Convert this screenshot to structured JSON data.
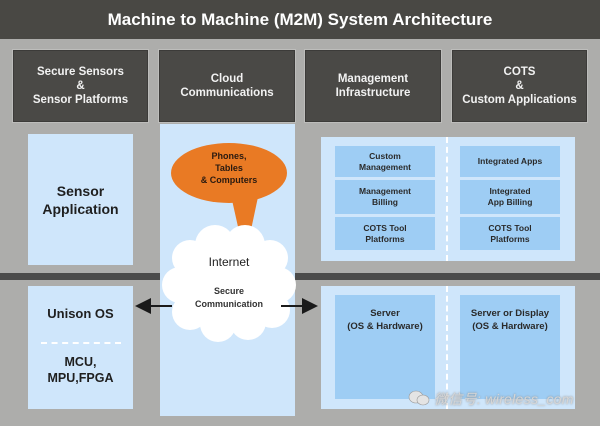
{
  "title": "Machine to Machine (M2M) System Architecture",
  "columns": [
    {
      "label": "Secure Sensors\n&\nSensor Platforms"
    },
    {
      "label": "Cloud\nCommunications"
    },
    {
      "label": "Management\nInfrastructure"
    },
    {
      "label": "COTS\n&\nCustom Applications"
    }
  ],
  "sensor_application": "Sensor\nApplication",
  "unison_os": "Unison OS",
  "hardware": "MCU,\nMPU,FPGA",
  "speech_bubble": "Phones,\nTables\n& Computers",
  "cloud": {
    "internet": "Internet",
    "secure": "Secure\nCommunication"
  },
  "management_cells": [
    "Custom\nManagement",
    "Management\nBilling",
    "COTS Tool\nPlatforms"
  ],
  "cots_cells": [
    "Integrated Apps",
    "Integrated\nApp Billing",
    "COTS Tool\nPlatforms"
  ],
  "server_left": "Server\n(OS & Hardware)",
  "server_right": "Server or Display\n(OS & Hardware)",
  "watermark": "微信号: wireless_com",
  "colors": {
    "dark_header": "#4a4946",
    "light_blue": "#cfe6fb",
    "mid_blue": "#9ecdf4",
    "orange": "#e97a24",
    "background": "#adadab"
  }
}
